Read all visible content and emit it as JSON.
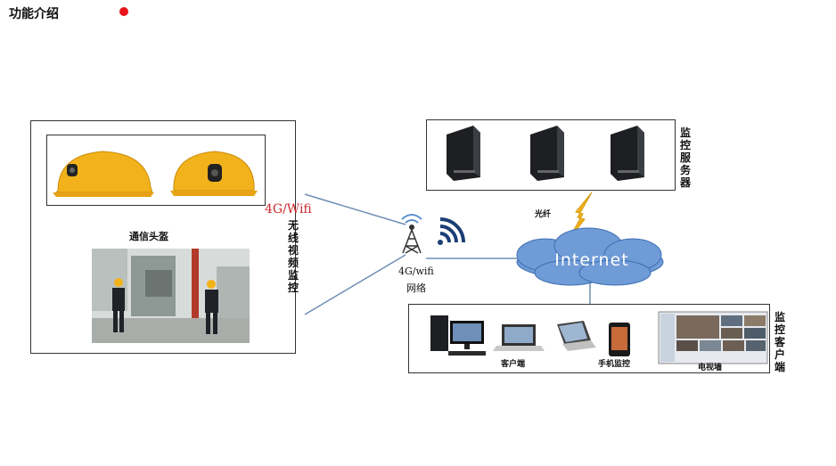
{
  "header": {
    "title": "功能介绍"
  },
  "left_panel": {
    "helmet_caption": "通信头盔",
    "link_label": "4G/Wifi",
    "vertical_label": "无线视频监控"
  },
  "center": {
    "network_label_1": "4G/wifi",
    "network_label_2": "网络"
  },
  "servers": {
    "label": "监控服务器"
  },
  "fiber": {
    "label": "光纤"
  },
  "cloud": {
    "label": "Internet"
  },
  "clients": {
    "label": "监控客户端",
    "items": [
      {
        "caption": ""
      },
      {
        "caption": "客户端"
      },
      {
        "caption": ""
      },
      {
        "caption": "手机监控"
      },
      {
        "caption": "电视墙"
      }
    ]
  },
  "colors": {
    "link_red": "#d0282e",
    "line_blue": "#6f8fb3",
    "helmet_yellow": "#f2b21b",
    "cloud_blue": "#5b8fd0"
  }
}
